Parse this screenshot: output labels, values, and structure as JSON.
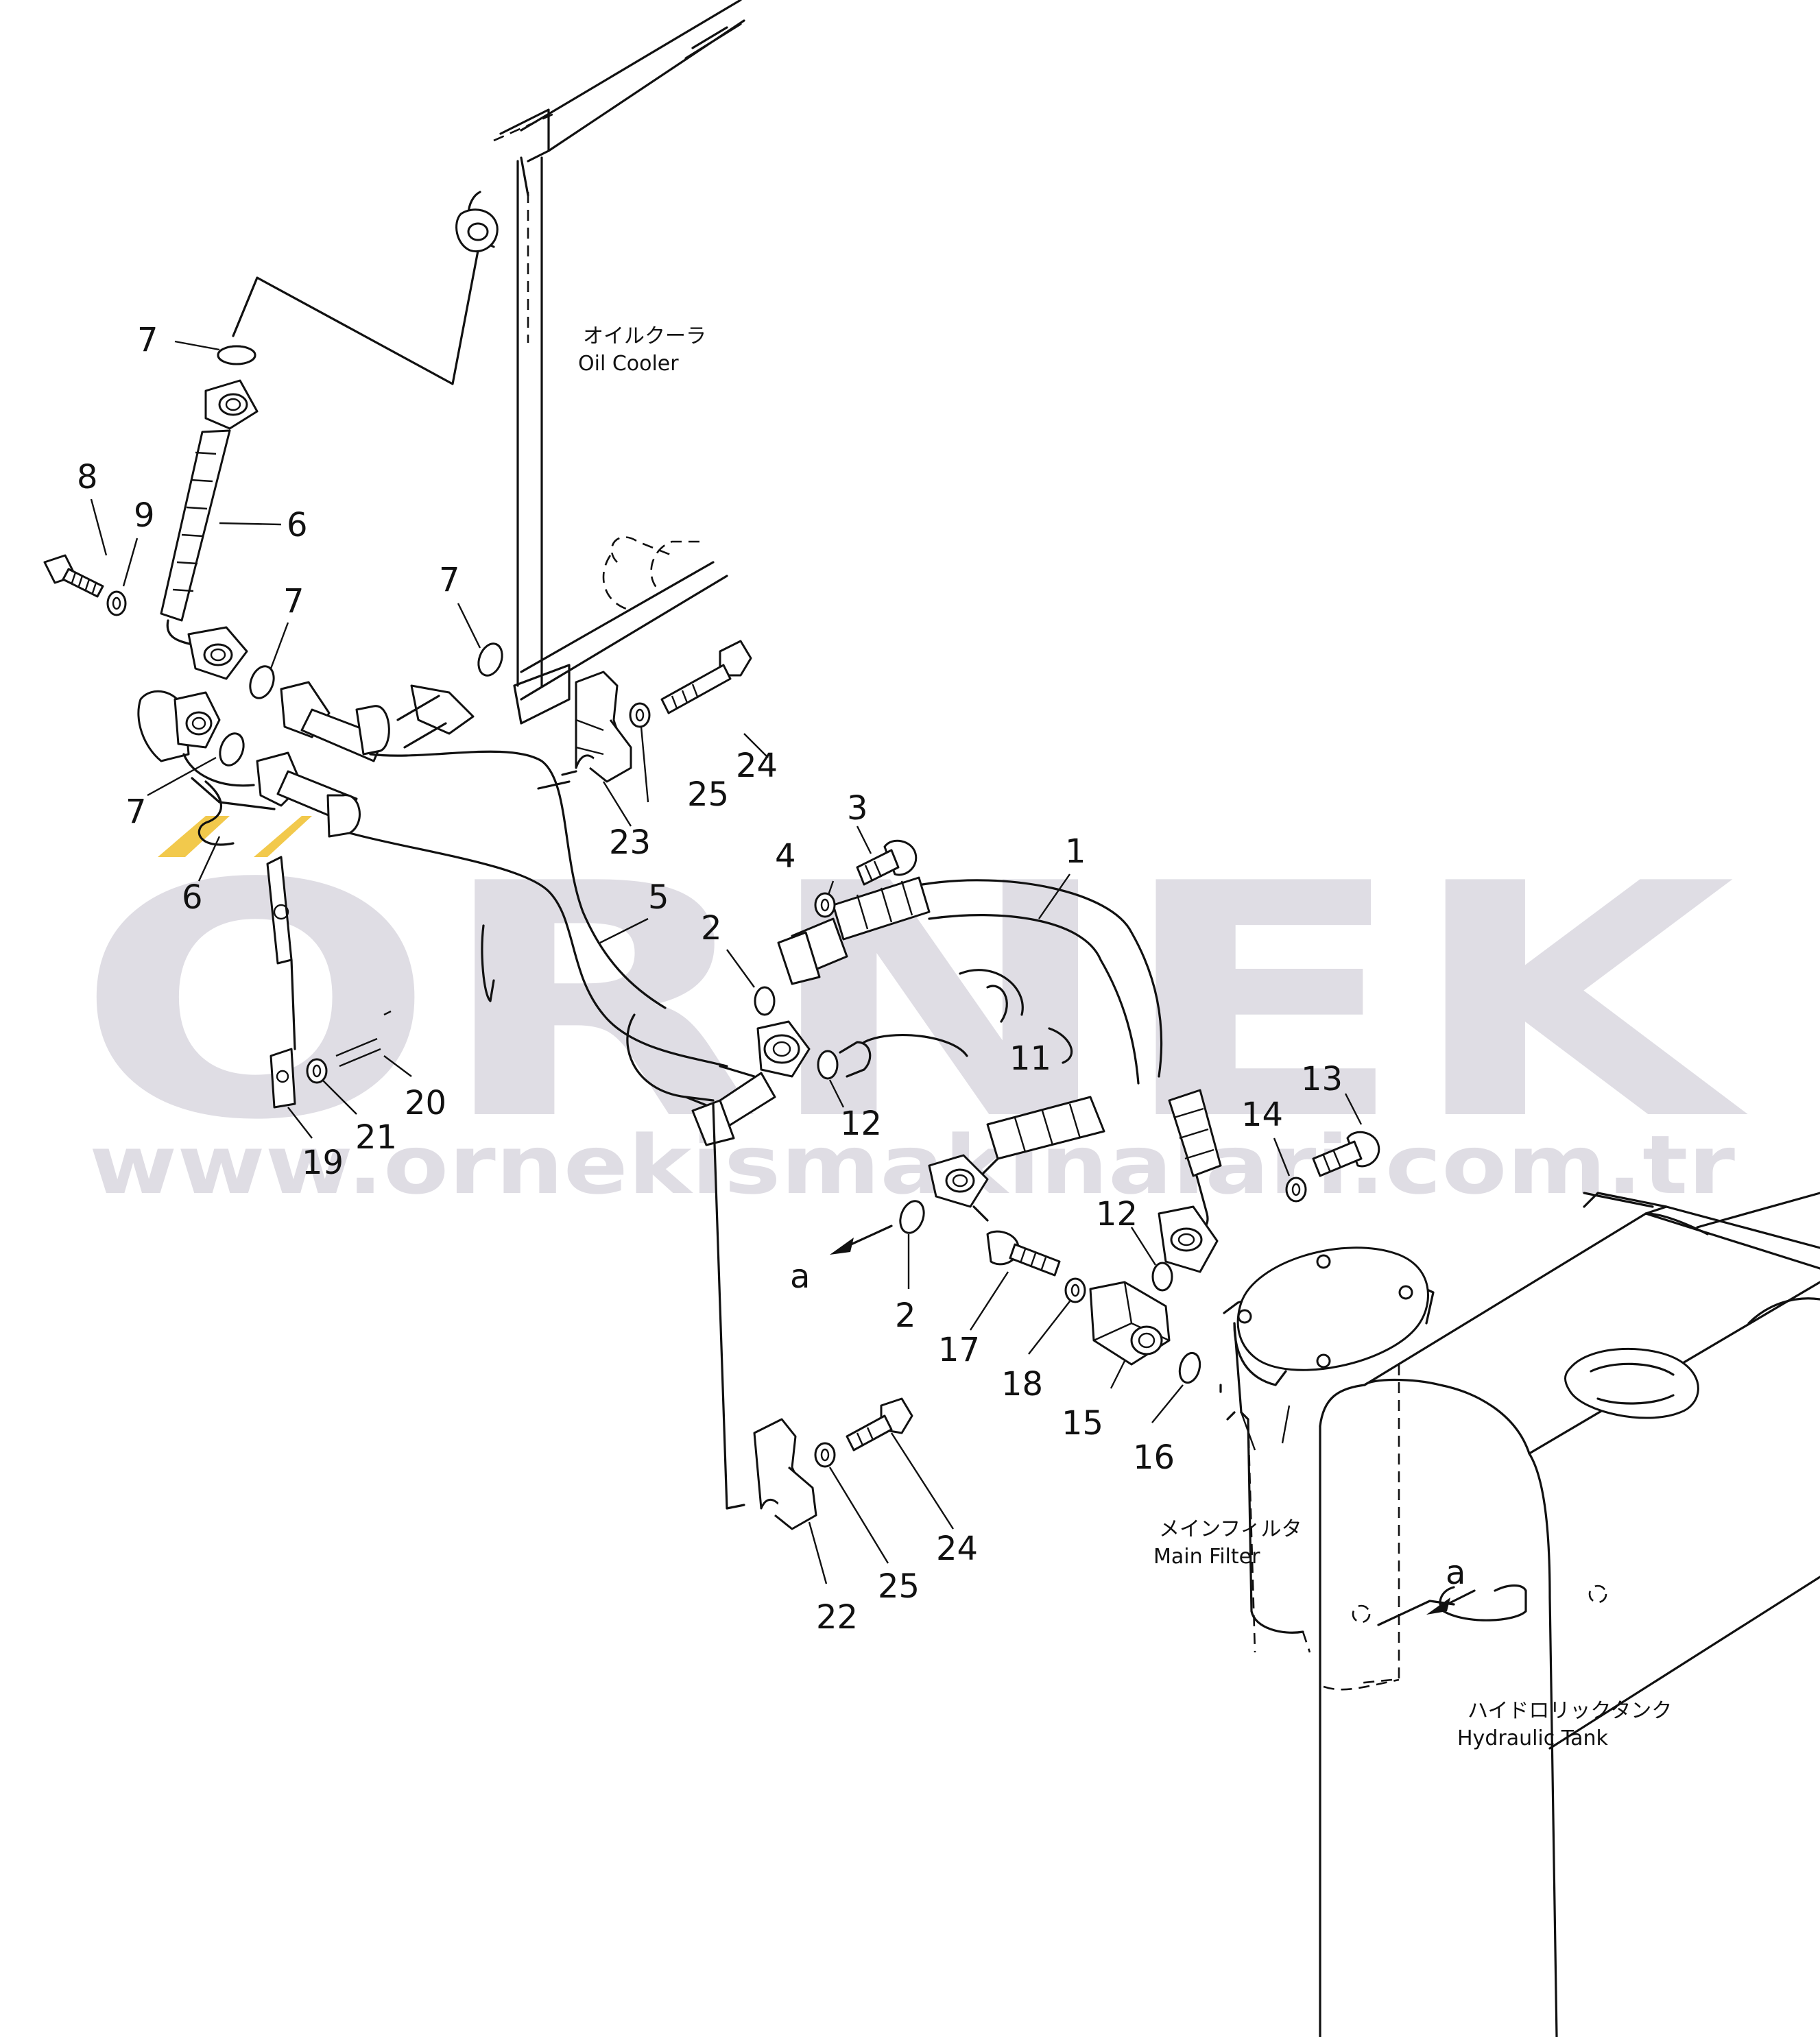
{
  "watermark": {
    "logo": "ORNEK",
    "url": "www.ornekismakinalari.com.tr",
    "color": "#d9d7df",
    "accent": "#f2c94c"
  },
  "captions": {
    "oil_cooler_jp": "オイルクーラ",
    "oil_cooler_en": "Oil Cooler",
    "main_filter_jp": "メインフィルタ",
    "main_filter_en": "Main Filter",
    "hydraulic_tank_jp": "ハイドロリックタンク",
    "hydraulic_tank_en": "Hydraulic Tank"
  },
  "view_markers": [
    "a",
    "a"
  ],
  "callouts": [
    "7",
    "8",
    "9",
    "6",
    "7",
    "7",
    "7",
    "6",
    "24",
    "25",
    "23",
    "3",
    "4",
    "1",
    "5",
    "2",
    "11",
    "12",
    "20",
    "21",
    "19",
    "13",
    "14",
    "12",
    "a",
    "2",
    "17",
    "18",
    "15",
    "16",
    "24",
    "25",
    "22"
  ]
}
